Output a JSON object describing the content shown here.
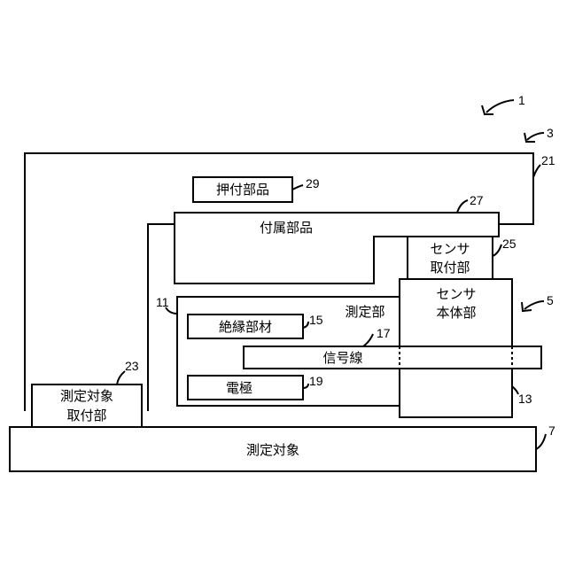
{
  "refs": {
    "device": "1",
    "holder": "3",
    "sensor": "5",
    "target": "7",
    "measure_part": "11",
    "main_body": "13",
    "insulator": "15",
    "signal_line": "17",
    "electrode": "19",
    "holder_frame": "21",
    "target_mount": "23",
    "sensor_mount": "25",
    "accessory": "27",
    "press_part": "29"
  },
  "labels": {
    "press_part": "押付部品",
    "accessory": "付属部品",
    "sensor_mount_line1": "センサ",
    "sensor_mount_line2": "取付部",
    "sensor_body_line1": "センサ",
    "sensor_body_line2": "本体部",
    "measure_part": "測定部",
    "insulator": "絶縁部材",
    "signal_line": "信号線",
    "electrode": "電極",
    "target_mount_line1": "測定対象",
    "target_mount_line2": "取付部",
    "target": "測定対象"
  }
}
